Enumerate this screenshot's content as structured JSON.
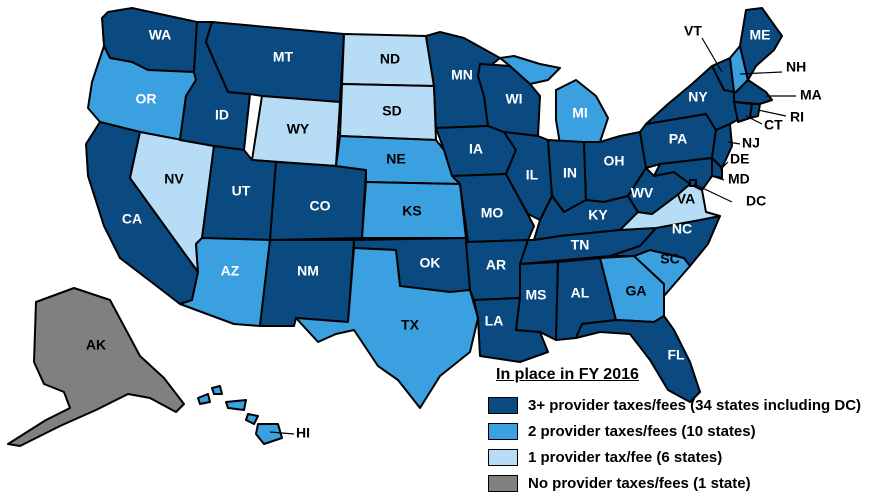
{
  "colors": {
    "level3": "#0b4a80",
    "level2": "#3aa0e0",
    "level1": "#b7dcf5",
    "level0": "#808080"
  },
  "legend": {
    "title": "In place in FY 2016",
    "items": [
      {
        "label": "3+ provider taxes/fees  (34 states including DC)",
        "level": "level3"
      },
      {
        "label": "2 provider taxes/fees (10 states)",
        "level": "level2"
      },
      {
        "label": "1 provider tax/fee  (6 states)",
        "level": "level1"
      },
      {
        "label": "No provider taxes/fees (1 state)",
        "level": "level0"
      }
    ]
  },
  "states": {
    "WA": {
      "label": "WA",
      "level": "level3"
    },
    "OR": {
      "label": "OR",
      "level": "level2"
    },
    "CA": {
      "label": "CA",
      "level": "level3"
    },
    "NV": {
      "label": "NV",
      "level": "level1"
    },
    "ID": {
      "label": "ID",
      "level": "level3"
    },
    "MT": {
      "label": "MT",
      "level": "level3"
    },
    "WY": {
      "label": "WY",
      "level": "level1"
    },
    "UT": {
      "label": "UT",
      "level": "level3"
    },
    "AZ": {
      "label": "AZ",
      "level": "level2"
    },
    "CO": {
      "label": "CO",
      "level": "level3"
    },
    "NM": {
      "label": "NM",
      "level": "level3"
    },
    "ND": {
      "label": "ND",
      "level": "level1"
    },
    "SD": {
      "label": "SD",
      "level": "level1"
    },
    "NE": {
      "label": "NE",
      "level": "level2"
    },
    "KS": {
      "label": "KS",
      "level": "level2"
    },
    "OK": {
      "label": "OK",
      "level": "level3"
    },
    "TX": {
      "label": "TX",
      "level": "level2"
    },
    "MN": {
      "label": "MN",
      "level": "level3"
    },
    "IA": {
      "label": "IA",
      "level": "level3"
    },
    "MO": {
      "label": "MO",
      "level": "level3"
    },
    "AR": {
      "label": "AR",
      "level": "level3"
    },
    "LA": {
      "label": "LA",
      "level": "level3"
    },
    "WI": {
      "label": "WI",
      "level": "level3"
    },
    "IL": {
      "label": "IL",
      "level": "level3"
    },
    "MI": {
      "label": "MI",
      "level": "level2"
    },
    "IN": {
      "label": "IN",
      "level": "level3"
    },
    "OH": {
      "label": "OH",
      "level": "level3"
    },
    "KY": {
      "label": "KY",
      "level": "level3"
    },
    "TN": {
      "label": "TN",
      "level": "level3"
    },
    "MS": {
      "label": "MS",
      "level": "level3"
    },
    "AL": {
      "label": "AL",
      "level": "level3"
    },
    "GA": {
      "label": "GA",
      "level": "level2"
    },
    "FL": {
      "label": "FL",
      "level": "level3"
    },
    "SC": {
      "label": "SC",
      "level": "level2"
    },
    "NC": {
      "label": "NC",
      "level": "level3"
    },
    "VA": {
      "label": "VA",
      "level": "level1"
    },
    "WV": {
      "label": "WV",
      "level": "level3"
    },
    "PA": {
      "label": "PA",
      "level": "level3"
    },
    "NY": {
      "label": "NY",
      "level": "level3"
    },
    "VT": {
      "label": "VT",
      "level": "level3"
    },
    "NH": {
      "label": "NH",
      "level": "level2"
    },
    "ME": {
      "label": "ME",
      "level": "level3"
    },
    "MA": {
      "label": "MA",
      "level": "level3"
    },
    "RI": {
      "label": "RI",
      "level": "level3"
    },
    "CT": {
      "label": "CT",
      "level": "level3"
    },
    "NJ": {
      "label": "NJ",
      "level": "level3"
    },
    "DE": {
      "label": "DE",
      "level": "level3"
    },
    "MD": {
      "label": "MD",
      "level": "level3"
    },
    "DC": {
      "label": "DC",
      "level": "level3"
    },
    "AK": {
      "label": "AK",
      "level": "level0"
    },
    "HI": {
      "label": "HI",
      "level": "level2"
    }
  }
}
